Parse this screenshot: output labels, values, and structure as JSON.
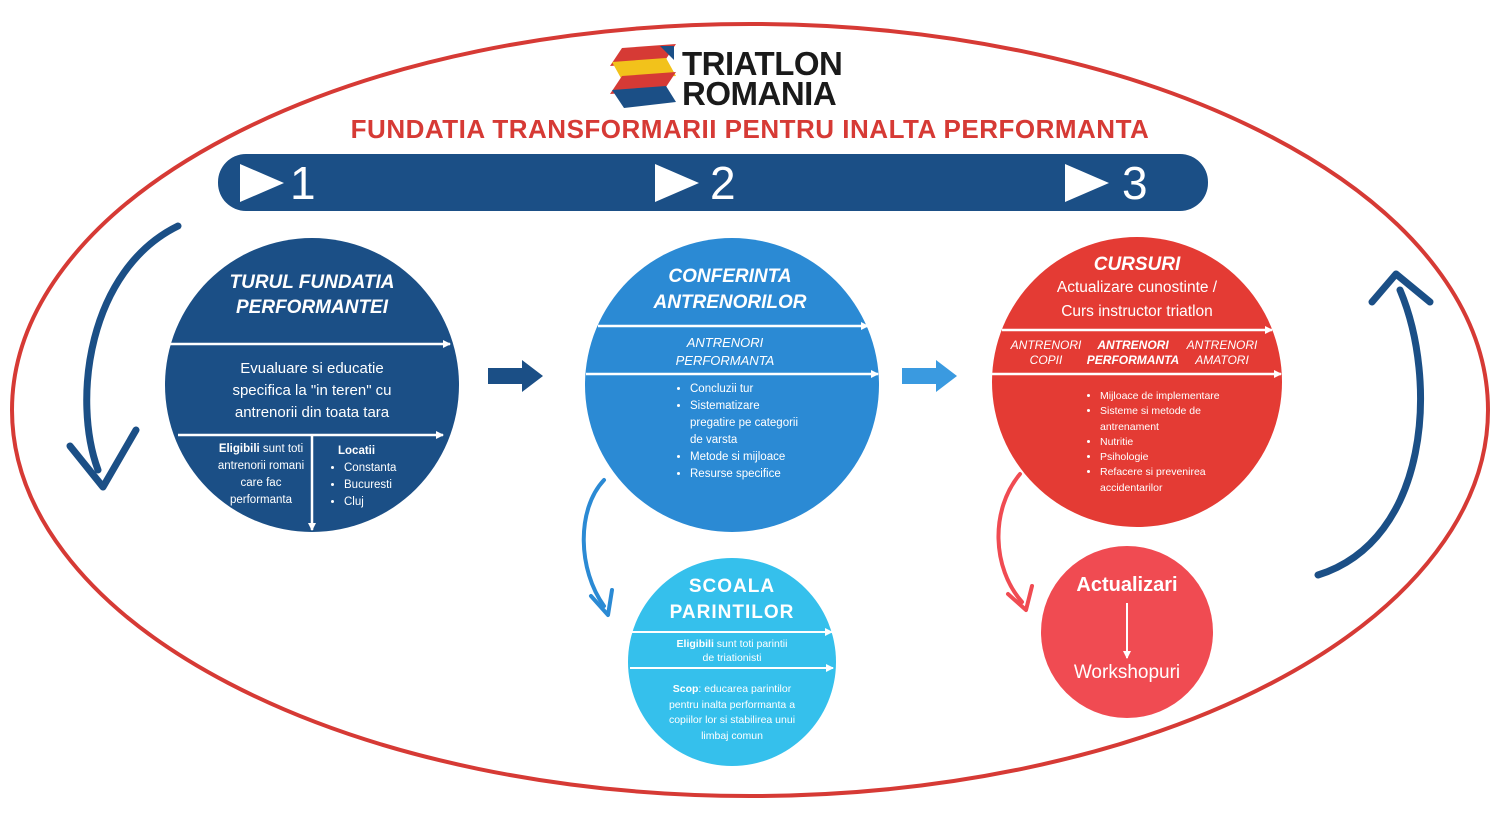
{
  "colors": {
    "ellipse": "#d63a35",
    "title": "#d63a35",
    "dark_blue": "#1b4f86",
    "mid_blue": "#2b8ad4",
    "light_blue": "#35c0ec",
    "red": "#e43b34",
    "light_red": "#f04b52"
  },
  "logo": {
    "line1": "TRIATLON",
    "line2": "ROMANIA"
  },
  "title": "FUNDATIA TRANSFORMARII PENTRU INALTA PERFORMANTA",
  "steps": [
    "1",
    "2",
    "3"
  ],
  "circle1": {
    "title_line1": "TURUL FUNDATIA",
    "title_line2": "PERFORMANTEI",
    "description": "Evualuare si educatie specifica la \"in teren\" cu antrenorii din toata tara",
    "eligible_bold": "Eligibili",
    "eligible_rest": " sunt toti antrenorii romani care fac performanta",
    "locations_title": "Locatii",
    "locations": [
      "Constanta",
      "Bucuresti",
      "Cluj"
    ]
  },
  "circle2": {
    "title_line1": "CONFERINTA",
    "title_line2": "ANTRENORILOR",
    "subtitle_line1": "ANTRENORI",
    "subtitle_line2": "PERFORMANTA",
    "bullets": [
      "Concluzii tur",
      "Sistematizare pregatire pe categorii de varsta",
      "Metode si mijloace",
      "Resurse specifice"
    ]
  },
  "circle3": {
    "title": "CURSURI",
    "subtitle_line1": "Actualizare cunostinte /",
    "subtitle_line2": "Curs instructor triatlon",
    "groups": [
      {
        "line1": "ANTRENORI",
        "line2": "COPII"
      },
      {
        "line1": "ANTRENORI",
        "line2": "PERFORMANTA"
      },
      {
        "line1": "ANTRENORI",
        "line2": "AMATORI"
      }
    ],
    "bullets": [
      "Mijloace de implementare",
      "Sisteme si metode de antrenament",
      "Nutritie",
      "Psihologie",
      "Refacere si prevenirea accidentarilor"
    ]
  },
  "circle4": {
    "title_line1": "SCOALA",
    "title_line2": "PARINTILOR",
    "eligible_bold": "Eligibili",
    "eligible_rest": " sunt toti parintii de triationisti",
    "scope_bold": "Scop",
    "scope_rest": ": educarea parintilor pentru inalta performanta a copiilor lor si stabilirea unui limbaj comun"
  },
  "circle5": {
    "title": "Actualizari",
    "bottom": "Workshopuri"
  }
}
